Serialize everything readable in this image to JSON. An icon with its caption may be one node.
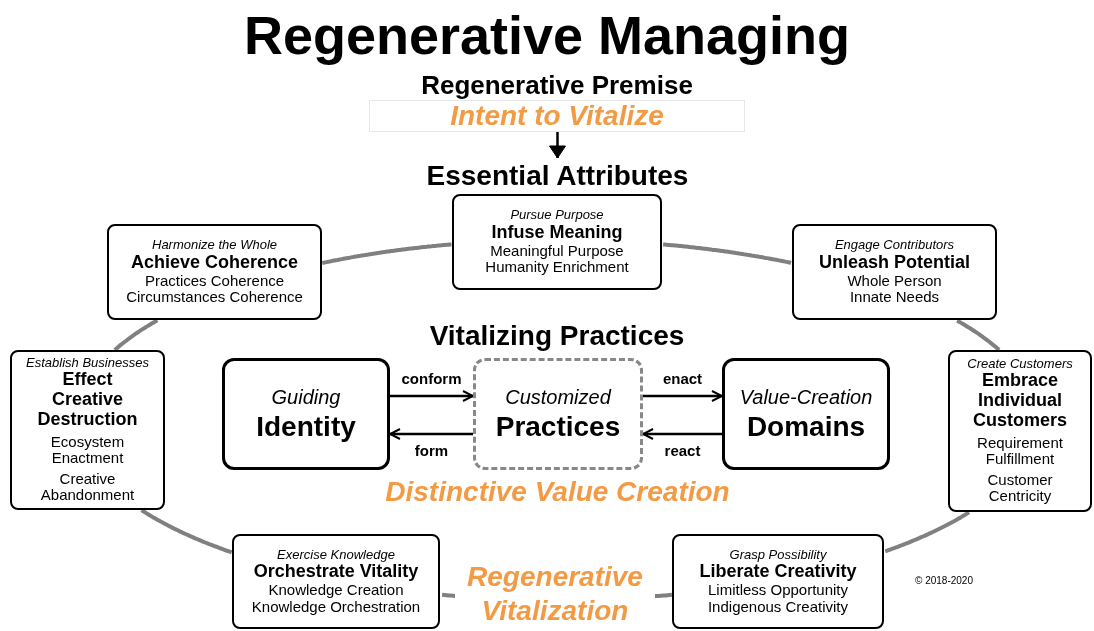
{
  "diagram": {
    "title": "Regenerative Managing",
    "nodes": [
      {
        "text": [
          "Regenerative Premise",
          "Intent to Vitalize"
        ]
      },
      {
        "text": [
          "Essential Attributes"
        ]
      },
      {
        "text": [
          "Pursue Purpose",
          "Infuse Meaning",
          "Meaningful Purpose",
          "Humanity Enrichment"
        ]
      },
      {
        "text": [
          "Engage Contributors",
          "Unleash Potential",
          "Whole Person",
          "Innate Needs"
        ]
      },
      {
        "text": [
          "Create Customers",
          "Embrace Individual Customers",
          "Requirement Fulfillment",
          "Customer Centricity"
        ]
      },
      {
        "text": [
          "Grasp Possibility",
          "Liberate Creativity",
          "Limitless Opportunity",
          "Indigenous Creativity"
        ]
      },
      {
        "text": [
          "Exercise Knowledge",
          "Orchestrate Vitality",
          "Knowledge Creation",
          "Knowledge Orchestration"
        ]
      },
      {
        "text": [
          "Establish Businesses",
          "Effect Creative Destruction",
          "Ecosystem Enactment",
          "Creative Abandonment"
        ]
      },
      {
        "text": [
          "Harmonize the Whole",
          "Achieve Coherence",
          "Practices Coherence",
          "Circumstances Coherence"
        ]
      },
      {
        "text": [
          "Guiding",
          "Identity"
        ]
      },
      {
        "text": [
          "Customized",
          "Practices"
        ]
      },
      {
        "text": [
          "Value-Creation",
          "Domains"
        ]
      }
    ],
    "edges": [
      {
        "from": 0,
        "to": 1,
        "arrow": "to",
        "color": "#000000"
      },
      {
        "from": 2,
        "to": 3,
        "arrow": "none"
      },
      {
        "from": 3,
        "to": 4,
        "arrow": "none"
      },
      {
        "from": 4,
        "to": 5,
        "arrow": "none"
      },
      {
        "from": 5,
        "to": 6,
        "arrow": "none"
      },
      {
        "from": 6,
        "to": 7,
        "arrow": "none"
      },
      {
        "from": 7,
        "to": 8,
        "arrow": "none"
      },
      {
        "from": 8,
        "to": 2,
        "arrow": "none"
      },
      {
        "from": 9,
        "to": 10,
        "label": "conform",
        "arrow": "to",
        "color": "#000000"
      },
      {
        "from": 10,
        "to": 9,
        "label": "form",
        "arrow": "to",
        "color": "#000000"
      },
      {
        "from": 10,
        "to": 11,
        "label": "enact",
        "arrow": "to",
        "color": "#000000"
      },
      {
        "from": 11,
        "to": 10,
        "label": "react",
        "arrow": "to",
        "color": "#000000"
      }
    ],
    "labels": [
      "Vitalizing Practices",
      "Distinctive Value Creation",
      "Regenerative Vitalization",
      "© 2018-2020"
    ]
  }
}
